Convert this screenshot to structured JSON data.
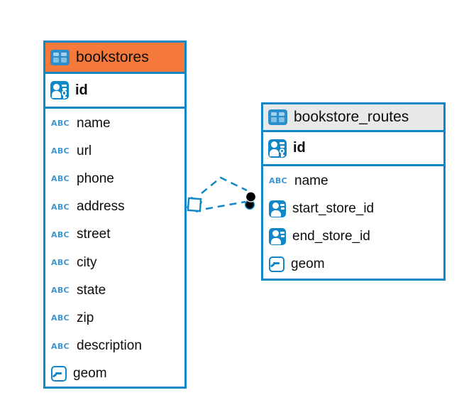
{
  "diagram": {
    "tables": [
      {
        "name": "bookstores",
        "header_color": "#F5793B",
        "primary_key": {
          "label": "id"
        },
        "columns": [
          {
            "label": "name",
            "type": "text"
          },
          {
            "label": "url",
            "type": "text"
          },
          {
            "label": "phone",
            "type": "text"
          },
          {
            "label": "address",
            "type": "text"
          },
          {
            "label": "street",
            "type": "text"
          },
          {
            "label": "city",
            "type": "text"
          },
          {
            "label": "state",
            "type": "text"
          },
          {
            "label": "zip",
            "type": "text"
          },
          {
            "label": "description",
            "type": "text"
          },
          {
            "label": "geom",
            "type": "geometry"
          }
        ]
      },
      {
        "name": "bookstore_routes",
        "header_color": "#E9E9E9",
        "primary_key": {
          "label": "id"
        },
        "columns": [
          {
            "label": "name",
            "type": "text"
          },
          {
            "label": "start_store_id",
            "type": "reference"
          },
          {
            "label": "end_store_id",
            "type": "reference"
          },
          {
            "label": "geom",
            "type": "geometry"
          }
        ]
      }
    ],
    "icons": {
      "text_label": "ABC"
    },
    "relation": {
      "line_style": "dashed",
      "line_count": 2
    },
    "colors": {
      "accent_blue": "#1287C8",
      "header_orange": "#F5793B",
      "header_gray": "#E9E9E9",
      "text_type_blue": "#3E96CE",
      "table_icon_cell": "#A6D2ED",
      "relation_dot": "#000000"
    }
  }
}
